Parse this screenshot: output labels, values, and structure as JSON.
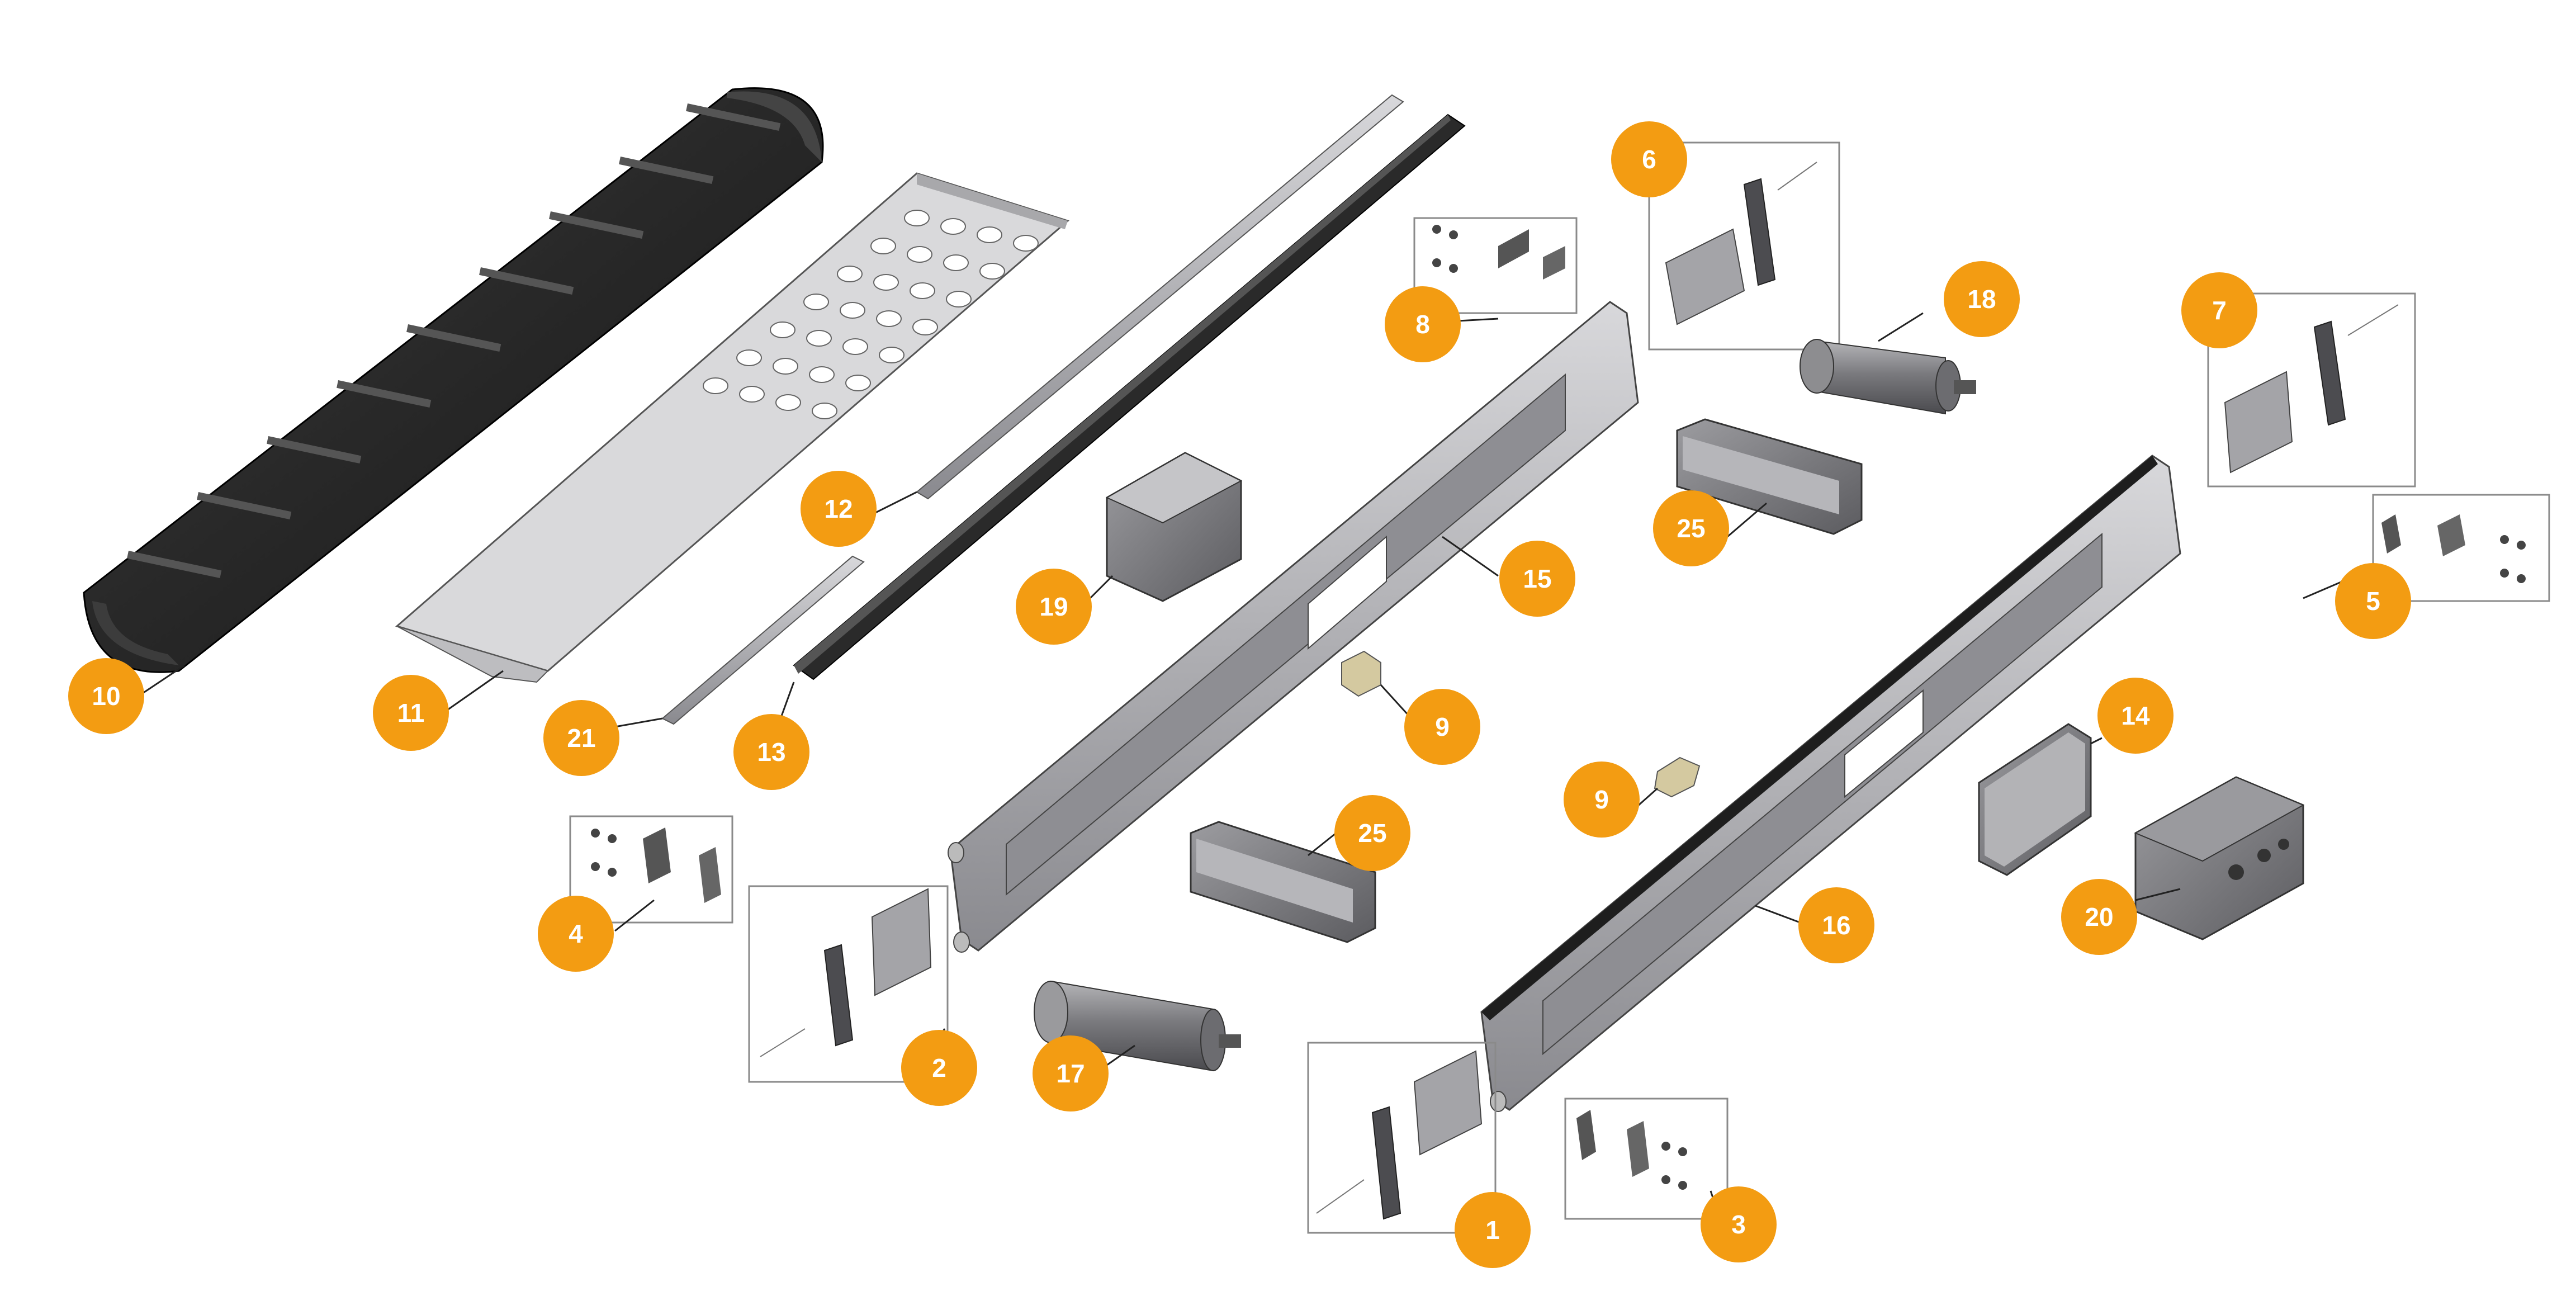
{
  "callouts": [
    {
      "id": "c10",
      "label": "10"
    },
    {
      "id": "c11",
      "label": "11"
    },
    {
      "id": "c21",
      "label": "21"
    },
    {
      "id": "c13",
      "label": "13"
    },
    {
      "id": "c12",
      "label": "12"
    },
    {
      "id": "c19",
      "label": "19"
    },
    {
      "id": "c15",
      "label": "15"
    },
    {
      "id": "c9a",
      "label": "9"
    },
    {
      "id": "c8",
      "label": "8"
    },
    {
      "id": "c6",
      "label": "6"
    },
    {
      "id": "c18",
      "label": "18"
    },
    {
      "id": "c25a",
      "label": "25"
    },
    {
      "id": "c7",
      "label": "7"
    },
    {
      "id": "c5",
      "label": "5"
    },
    {
      "id": "c14",
      "label": "14"
    },
    {
      "id": "c9b",
      "label": "9"
    },
    {
      "id": "c16",
      "label": "16"
    },
    {
      "id": "c20",
      "label": "20"
    },
    {
      "id": "c25b",
      "label": "25"
    },
    {
      "id": "c4",
      "label": "4"
    },
    {
      "id": "c2",
      "label": "2"
    },
    {
      "id": "c17",
      "label": "17"
    },
    {
      "id": "c1",
      "label": "1"
    },
    {
      "id": "c3",
      "label": "3"
    }
  ],
  "colors": {
    "callout": "#f39c12",
    "belt": "#1e1e1e",
    "steel": "#9a9a9f",
    "steel_light": "#cfcfd2",
    "steel_dark": "#6c6c70"
  }
}
